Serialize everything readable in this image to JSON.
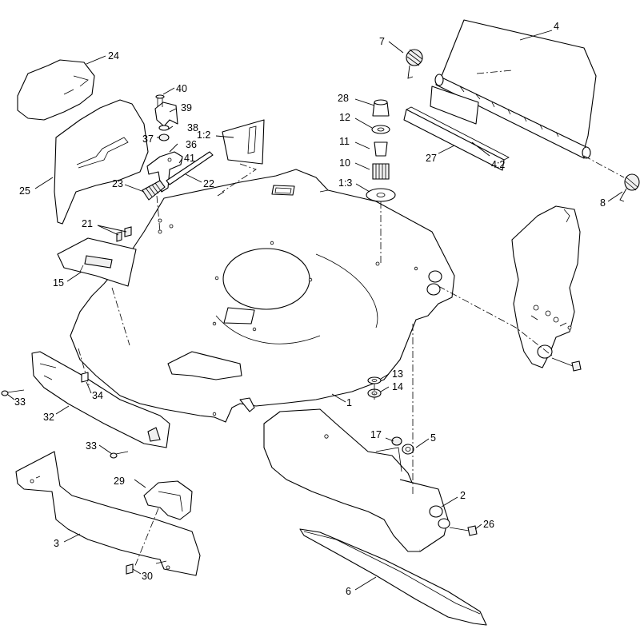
{
  "callouts": [
    {
      "id": "c1",
      "text": "1"
    },
    {
      "id": "c1-2",
      "text": "1:2"
    },
    {
      "id": "c1-3",
      "text": "1:3"
    },
    {
      "id": "c2",
      "text": "2"
    },
    {
      "id": "c3",
      "text": "3"
    },
    {
      "id": "c4",
      "text": "4"
    },
    {
      "id": "c4-2",
      "text": "4:2"
    },
    {
      "id": "c5",
      "text": "5"
    },
    {
      "id": "c6",
      "text": "6"
    },
    {
      "id": "c7",
      "text": "7"
    },
    {
      "id": "c8",
      "text": "8"
    },
    {
      "id": "c10",
      "text": "10"
    },
    {
      "id": "c11",
      "text": "11"
    },
    {
      "id": "c12",
      "text": "12"
    },
    {
      "id": "c13",
      "text": "13"
    },
    {
      "id": "c14",
      "text": "14"
    },
    {
      "id": "c15",
      "text": "15"
    },
    {
      "id": "c17",
      "text": "17"
    },
    {
      "id": "c21",
      "text": "21"
    },
    {
      "id": "c22",
      "text": "22"
    },
    {
      "id": "c23",
      "text": "23"
    },
    {
      "id": "c24",
      "text": "24"
    },
    {
      "id": "c25",
      "text": "25"
    },
    {
      "id": "c26",
      "text": "26"
    },
    {
      "id": "c27",
      "text": "27"
    },
    {
      "id": "c28",
      "text": "28"
    },
    {
      "id": "c29",
      "text": "29"
    },
    {
      "id": "c30",
      "text": "30"
    },
    {
      "id": "c32",
      "text": "32"
    },
    {
      "id": "c33a",
      "text": "33"
    },
    {
      "id": "c33b",
      "text": "33"
    },
    {
      "id": "c34",
      "text": "34"
    },
    {
      "id": "c36",
      "text": "36"
    },
    {
      "id": "c37",
      "text": "37"
    },
    {
      "id": "c38",
      "text": "38"
    },
    {
      "id": "c39",
      "text": "39"
    },
    {
      "id": "c40",
      "text": "40"
    },
    {
      "id": "c41",
      "text": "41"
    }
  ]
}
